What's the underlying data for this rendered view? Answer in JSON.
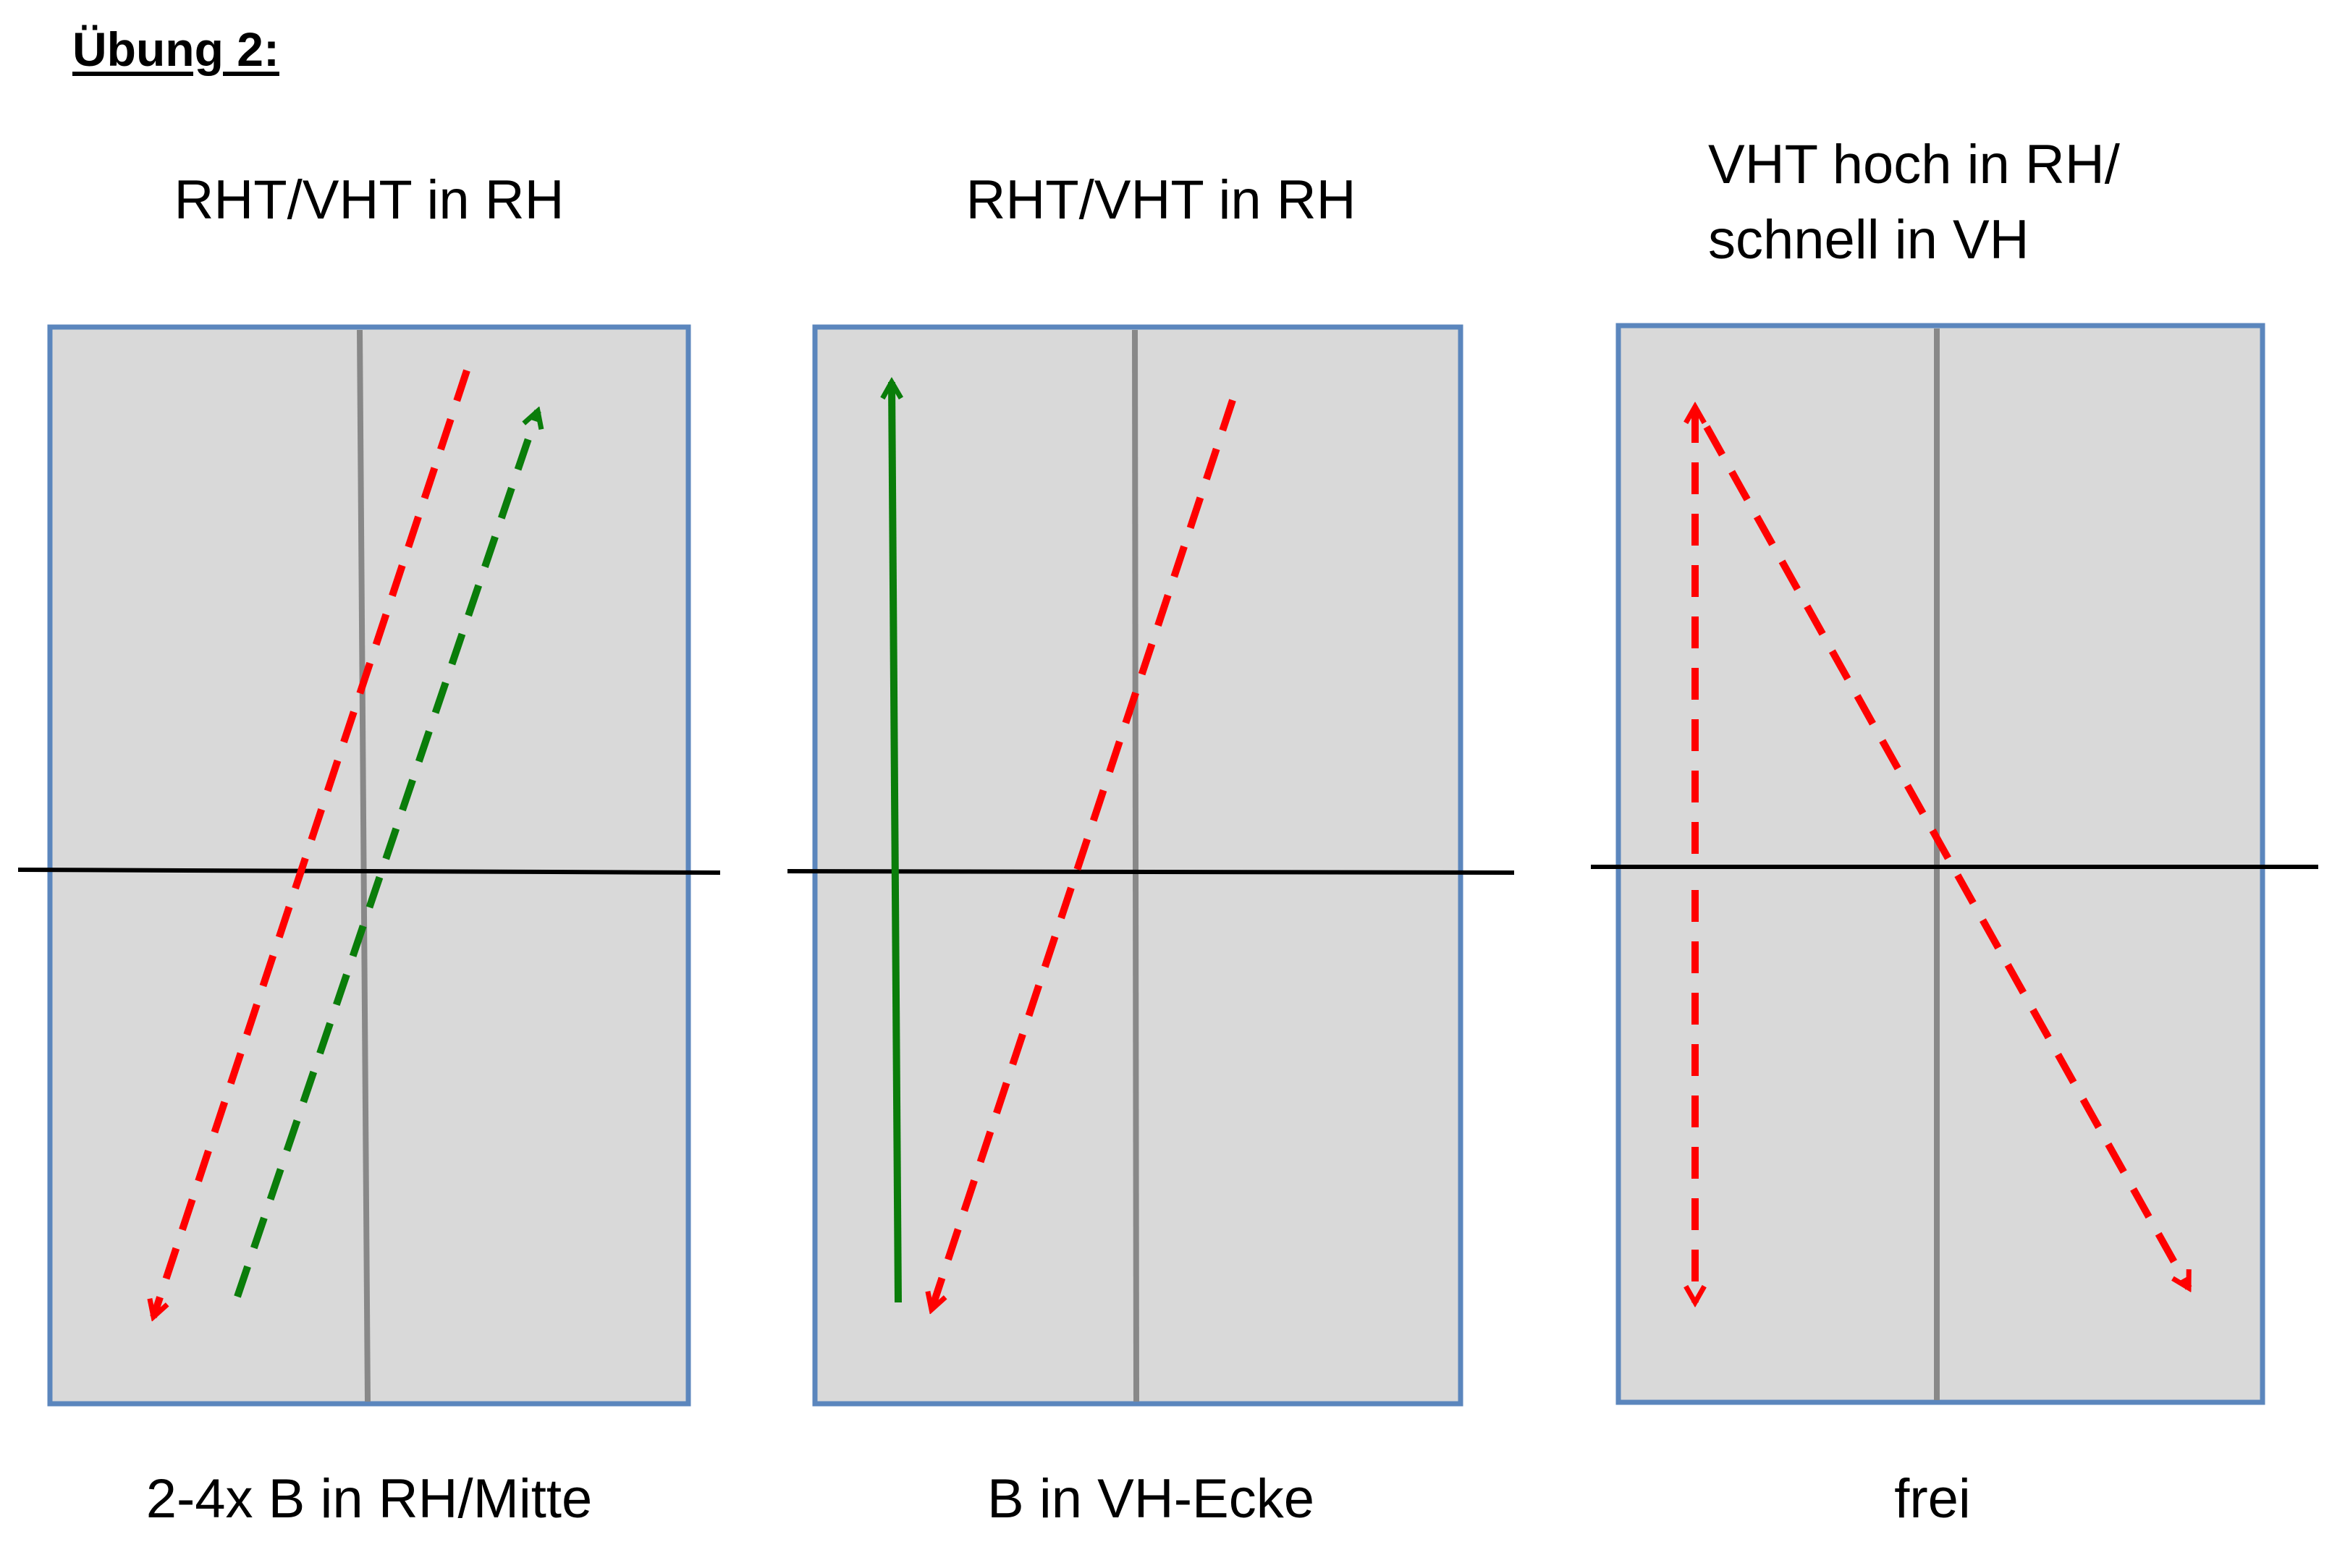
{
  "title": "Übung 2:",
  "panels": [
    {
      "heading": [
        "RHT/VHT in RH"
      ],
      "caption": "2-4x B in RH/Mitte",
      "arrows": [
        {
          "color": "red",
          "style": "dashed"
        },
        {
          "color": "green",
          "style": "dashed"
        }
      ]
    },
    {
      "heading": [
        "RHT/VHT in RH"
      ],
      "caption": "B in VH-Ecke",
      "arrows": [
        {
          "color": "green",
          "style": "solid"
        },
        {
          "color": "red",
          "style": "dashed"
        }
      ]
    },
    {
      "heading": [
        "VHT hoch in RH/",
        "schnell in VH"
      ],
      "caption": "frei",
      "arrows": [
        {
          "color": "red",
          "style": "dashed"
        },
        {
          "color": "red",
          "style": "dashed"
        }
      ]
    }
  ],
  "colors": {
    "court_fill": "#d9d9d9",
    "court_border": "#5b86bd",
    "center_line": "#888888",
    "net_line": "#000000",
    "red": "#ff0000",
    "green": "#0a7d0a"
  }
}
